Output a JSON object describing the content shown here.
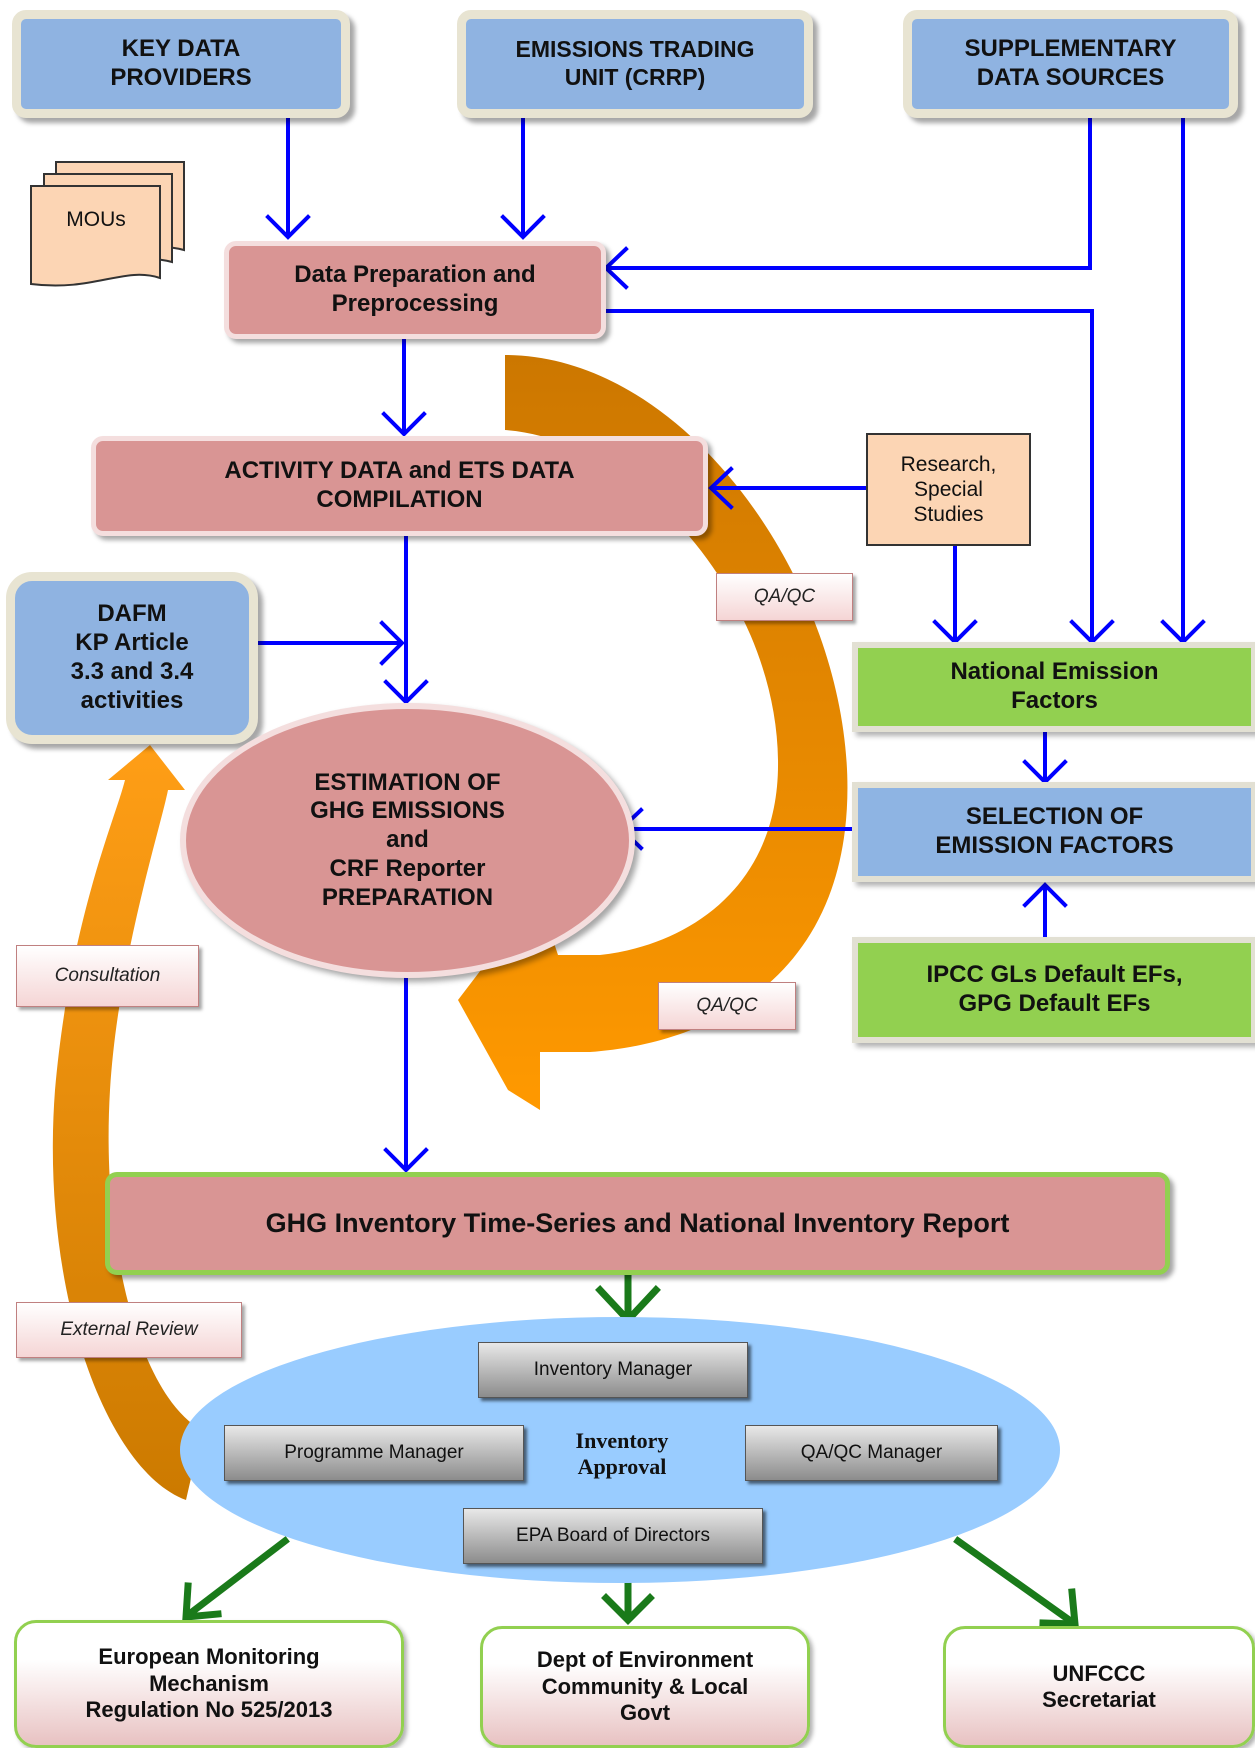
{
  "inputs": {
    "key_data_providers": [
      "KEY DATA",
      "PROVIDERS"
    ],
    "emissions_trading_unit": [
      "EMISSIONS TRADING",
      "UNIT (CRRP)"
    ],
    "supplementary_data_sources": [
      "SUPPLEMENTARY",
      "DATA SOURCES"
    ]
  },
  "mous": "MOUs",
  "process": {
    "data_preparation": [
      "Data Preparation and",
      "Preprocessing"
    ],
    "activity_data": [
      "ACTIVITY DATA and ETS DATA",
      "COMPILATION"
    ],
    "research": [
      "Research,",
      "Special",
      "Studies"
    ],
    "dafm": [
      "DAFM",
      "KP Article",
      "3.3 and 3.4",
      "activities"
    ],
    "national_emission_factors": [
      "National Emission",
      "Factors"
    ],
    "estimation": [
      "ESTIMATION OF",
      "GHG EMISSIONS",
      "and",
      "CRF Reporter",
      "PREPARATION"
    ],
    "selection_of_emission_factors": [
      "SELECTION OF",
      "EMISSION FACTORS"
    ],
    "ipcc_defaults": [
      "IPCC GLs Default EFs,",
      "GPG Default EFs"
    ],
    "ghg_inventory": "GHG Inventory Time-Series and National Inventory Report"
  },
  "labels": {
    "qaqc_upper": "QA/QC",
    "qaqc_lower": "QA/QC",
    "consultation": "Consultation",
    "external_review": "External Review"
  },
  "approval": {
    "title": [
      "Inventory",
      "Approval"
    ],
    "inventory_manager": "Inventory Manager",
    "programme_manager": "Programme Manager",
    "qaqc_manager": "QA/QC Manager",
    "epa_board": "EPA Board of Directors"
  },
  "outputs": {
    "european_monitoring": [
      "European Monitoring",
      "Mechanism",
      "Regulation No 525/2013"
    ],
    "dept_environment": [
      "Dept of Environment",
      "Community & Local",
      "Govt"
    ],
    "unfccc": [
      "UNFCCC",
      "Secretariat"
    ]
  },
  "colors": {
    "flow_arrow": "#0000ff",
    "output_arrow": "#1a7a1a",
    "cycle_arrow": "#ff9900",
    "cycle_arrow_dark": "#c87800",
    "approval_ellipse": "#99ccff"
  }
}
